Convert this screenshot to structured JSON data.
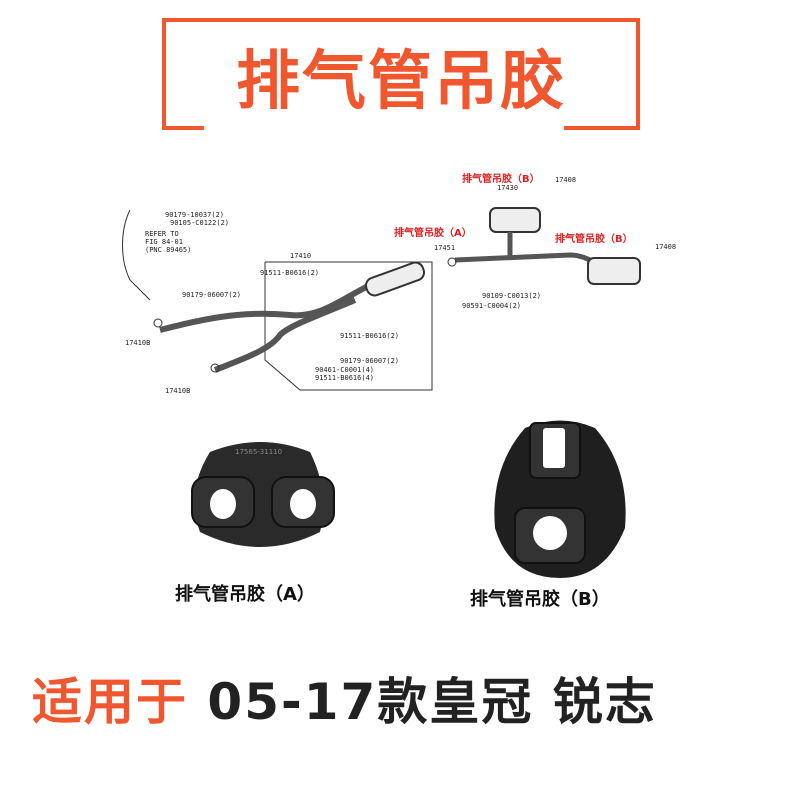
{
  "title": "排气管吊胶",
  "accent_color": "#f0572f",
  "diagram": {
    "left_labels": [
      "90179-10037(2)",
      "90105-C0122(2)",
      "REFER TO",
      "FIG 84-01",
      "(PNC 89465)",
      "17410",
      "91511-B0616(2)",
      "90179-06007(2)",
      "91511-B0616(2)",
      "90179-06007(2)",
      "90461-C0001(4)",
      "91511-B0616(4)",
      "17410B",
      "17410B"
    ],
    "right_labels": [
      "17430",
      "17408",
      "17451",
      "17408",
      "90109-C0013(2)",
      "90591-C0004(2)"
    ],
    "red_labels": [
      "排气管吊胶（B）",
      "排气管吊胶（A）",
      "排气管吊胶（B）"
    ]
  },
  "parts": {
    "a_caption": "排气管吊胶（A）",
    "b_caption": "排气管吊胶（B）",
    "a_marking": "17565-31110"
  },
  "bottom": {
    "prefix": "适用于",
    "text": " 05-17款皇冠 锐志"
  }
}
